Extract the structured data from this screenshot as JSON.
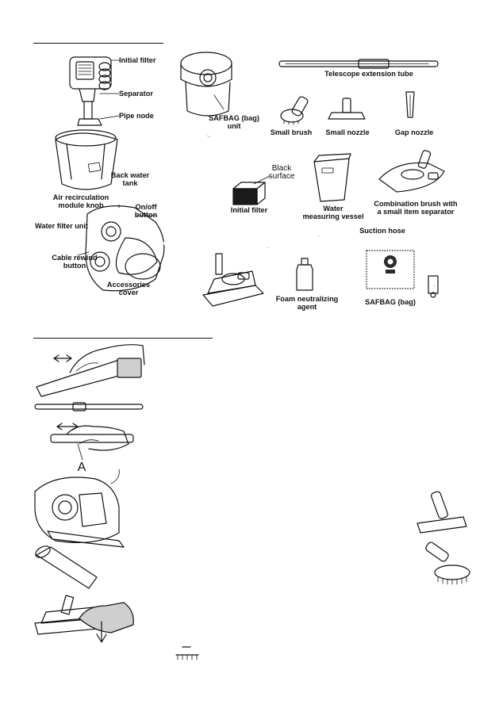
{
  "section1": {
    "labels": {
      "initial_filter_top": "Initial filter",
      "separator": "Separator",
      "pipe_node": "Pipe node",
      "safbag_unit": "SAFBAG (bag)\nunit",
      "back_water_tank": "Back water\ntank",
      "air_recirculation": "Air recirculation\nmodule knob",
      "onoff_button": "On/off\nbutton",
      "water_filter_unit": "Water filter unit",
      "cable_rewind": "Cable rewind\nbutton",
      "accessories_cover": "Accessories\ncover",
      "telescope_tube": "Telescope extension tube",
      "small_brush": "Small brush",
      "small_nozzle": "Small nozzle",
      "gap_nozzle": "Gap nozzle",
      "black_surface": "Black\nsurface",
      "initial_filter": "Initial filter",
      "water_vessel": "Water\nmeasuring vessel",
      "combination_brush": "Combination brush with\na small item separator",
      "suction_hose": "Suction hose",
      "foam_agent": "Foam neutralizing\nagent",
      "safbag": "SAFBAG (bag)"
    }
  },
  "section2": {
    "labels": {
      "marker_a": "A"
    }
  }
}
